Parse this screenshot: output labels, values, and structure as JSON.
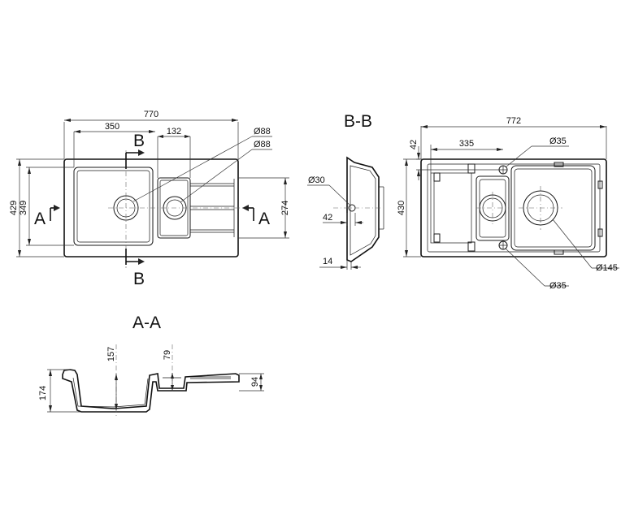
{
  "top_view": {
    "overall_width": "770",
    "bowl_offset": "350",
    "small_bowl_width": "132",
    "drain1_diameter": "Ø88",
    "drain2_diameter": "Ø88",
    "overall_depth": "429",
    "bowl_depth": "349",
    "inner_depth": "274",
    "section_a_left": "A",
    "section_a_right": "A",
    "section_b_top": "B",
    "section_b_bottom": "B"
  },
  "section_b": {
    "title": "B-B",
    "hole_diameter": "Ø30",
    "hole_offset": "42",
    "rim_thickness": "14"
  },
  "bottom_view": {
    "overall_width": "772",
    "offset": "335",
    "edge_offset": "42",
    "overall_depth": "430",
    "mount_hole_top": "Ø35",
    "mount_hole_bottom": "Ø35",
    "cutout_diameter": "Ø145"
  },
  "section_a": {
    "title": "A-A",
    "bowl_depth": "157",
    "small_bowl_depth": "79",
    "total_height": "174",
    "drainer_height": "94"
  }
}
